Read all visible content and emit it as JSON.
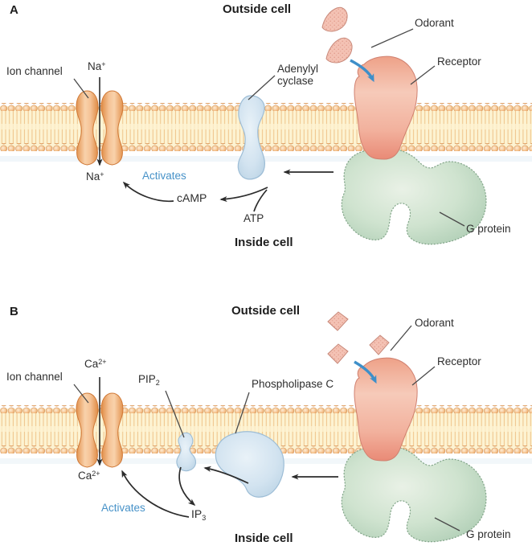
{
  "panels": {
    "a": {
      "letter": "A",
      "outside_cell": "Outside cell",
      "inside_cell": "Inside cell",
      "odorant": "Odorant",
      "receptor": "Receptor",
      "enzyme_line1": "Adenylyl",
      "enzyme_line2": "cyclase",
      "ion_channel": "Ion channel",
      "ion_top_base": "Na",
      "ion_top_sup": "+",
      "ion_bottom_base": "Na",
      "ion_bottom_sup": "+",
      "activates": "Activates",
      "second_messenger": "cAMP",
      "substrate": "ATP",
      "g_protein": "G protein"
    },
    "b": {
      "letter": "B",
      "outside_cell": "Outside cell",
      "inside_cell": "Inside cell",
      "odorant": "Odorant",
      "receptor": "Receptor",
      "enzyme": "Phospholipase C",
      "ion_channel": "Ion channel",
      "ion_top_base": "Ca",
      "ion_top_sup": "2+",
      "ion_bottom_base": "Ca",
      "ion_bottom_sup": "2+",
      "substrate_base": "PIP",
      "substrate_sub": "2",
      "second_messenger_base": "IP",
      "second_messenger_sub": "3",
      "activates": "Activates",
      "g_protein": "G protein"
    },
    "colors": {
      "activates_text": "#4792c8",
      "binding_arrow": "#3e8fc9",
      "membrane_head": "#e9a265",
      "membrane_tail_bg": "#fdf3d2",
      "ion_channel": "#eda567",
      "receptor": "#f2b3a0",
      "g_protein": "#b8d4bc",
      "enzyme_blue": "#c7dcec",
      "odorant_pink": "#f3bfb1",
      "label_text": "#2e2e2e"
    }
  }
}
